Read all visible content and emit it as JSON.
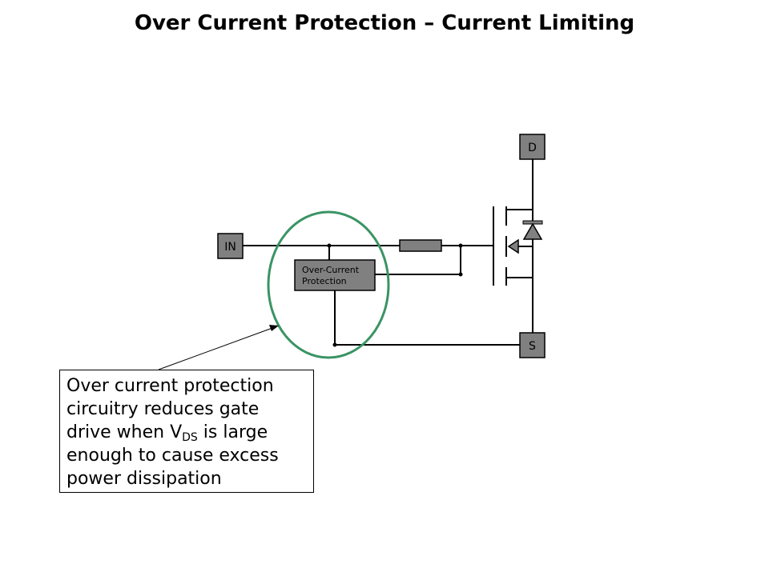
{
  "title": "Over Current Protection – Current Limiting",
  "pins": {
    "in": "IN",
    "drain": "D",
    "source": "S"
  },
  "ocp_block": {
    "line1": "Over-Current",
    "line2": "Protection"
  },
  "callout": {
    "text_before": "Over current protection circuitry reduces gate drive when V",
    "subscript": "DS",
    "text_after": " is large enough to cause excess power dissipation"
  },
  "colors": {
    "highlight_ellipse": "#3a9464",
    "block_fill": "#808080",
    "pin_fill": "#808080",
    "wire": "#000000"
  }
}
